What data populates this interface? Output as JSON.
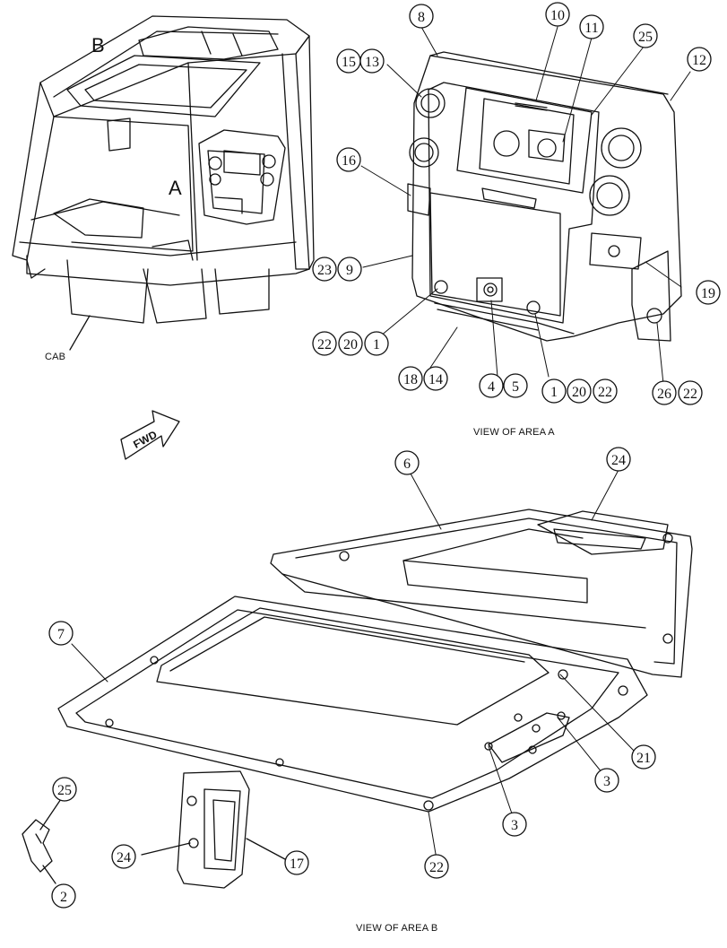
{
  "labels": {
    "cab": "CAB",
    "area_a_letter": "A",
    "area_b_letter": "B",
    "fwd": "FWD",
    "view_a": "VIEW OF AREA A",
    "view_b": "VIEW OF AREA B"
  },
  "callouts": [
    {
      "id": "c8",
      "text": "8"
    },
    {
      "id": "c10",
      "text": "10"
    },
    {
      "id": "c11",
      "text": "11"
    },
    {
      "id": "c25a",
      "text": "25"
    },
    {
      "id": "c12",
      "text": "12"
    },
    {
      "id": "c15",
      "text": "15"
    },
    {
      "id": "c13",
      "text": "13"
    },
    {
      "id": "c16",
      "text": "16"
    },
    {
      "id": "c23",
      "text": "23"
    },
    {
      "id": "c9",
      "text": "9"
    },
    {
      "id": "c19",
      "text": "19"
    },
    {
      "id": "c22a",
      "text": "22"
    },
    {
      "id": "c20a",
      "text": "20"
    },
    {
      "id": "c1a",
      "text": "1"
    },
    {
      "id": "c18",
      "text": "18"
    },
    {
      "id": "c14",
      "text": "14"
    },
    {
      "id": "c4",
      "text": "4"
    },
    {
      "id": "c5",
      "text": "5"
    },
    {
      "id": "c1b",
      "text": "1"
    },
    {
      "id": "c20b",
      "text": "20"
    },
    {
      "id": "c22b",
      "text": "22"
    },
    {
      "id": "c26",
      "text": "26"
    },
    {
      "id": "c22c",
      "text": "22"
    },
    {
      "id": "c6",
      "text": "6"
    },
    {
      "id": "c24a",
      "text": "24"
    },
    {
      "id": "c7",
      "text": "7"
    },
    {
      "id": "c21",
      "text": "21"
    },
    {
      "id": "c3a",
      "text": "3"
    },
    {
      "id": "c3b",
      "text": "3"
    },
    {
      "id": "c25b",
      "text": "25"
    },
    {
      "id": "c24b",
      "text": "24"
    },
    {
      "id": "c17",
      "text": "17"
    },
    {
      "id": "c22d",
      "text": "22"
    },
    {
      "id": "c2",
      "text": "2"
    }
  ]
}
